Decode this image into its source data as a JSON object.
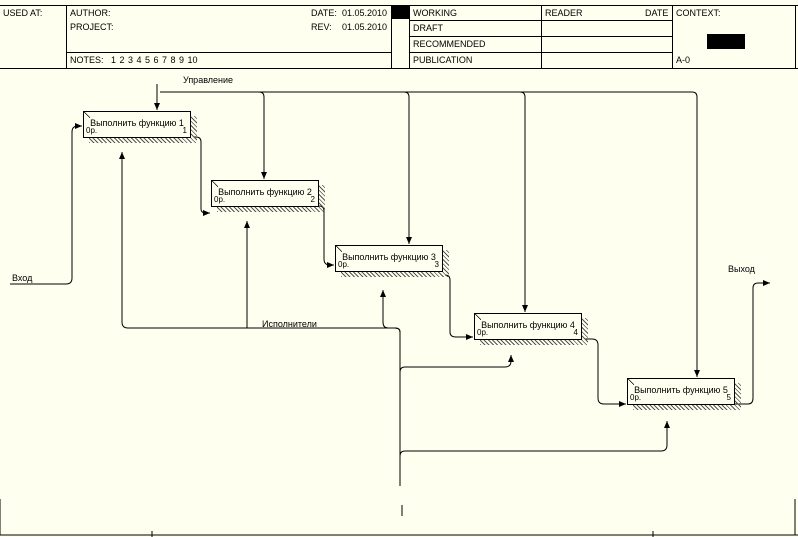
{
  "header": {
    "used_at": "USED AT:",
    "author_label": "AUTHOR:",
    "project_label": "PROJECT:",
    "notes_label": "NOTES:",
    "notes_numbers": "1 2 3 4 5 6 7 8 9 10",
    "date_label": "DATE:",
    "date_value": "01.05.2010",
    "rev_label": "REV:",
    "rev_value": "01.05.2010",
    "status": [
      "WORKING",
      "DRAFT",
      "RECOMMENDED",
      "PUBLICATION"
    ],
    "reader_label": "READER",
    "reader_date_label": "DATE",
    "context_label": "CONTEXT:",
    "node_label": "A-0"
  },
  "arrows": {
    "control": "Управление",
    "input": "Вход",
    "output": "Выход",
    "mechanism": "Исполнители"
  },
  "boxes": [
    {
      "title": "Выполнить функцию 1",
      "cost": "0р.",
      "num": "1"
    },
    {
      "title": "Выполнить функцию 2",
      "cost": "0р.",
      "num": "2"
    },
    {
      "title": "Выполнить функцию 3",
      "cost": "0р.",
      "num": "3"
    },
    {
      "title": "Выполнить функцию 4",
      "cost": "0р.",
      "num": "4"
    },
    {
      "title": "Выполнить функцию 5",
      "cost": "0р.",
      "num": "5"
    }
  ]
}
